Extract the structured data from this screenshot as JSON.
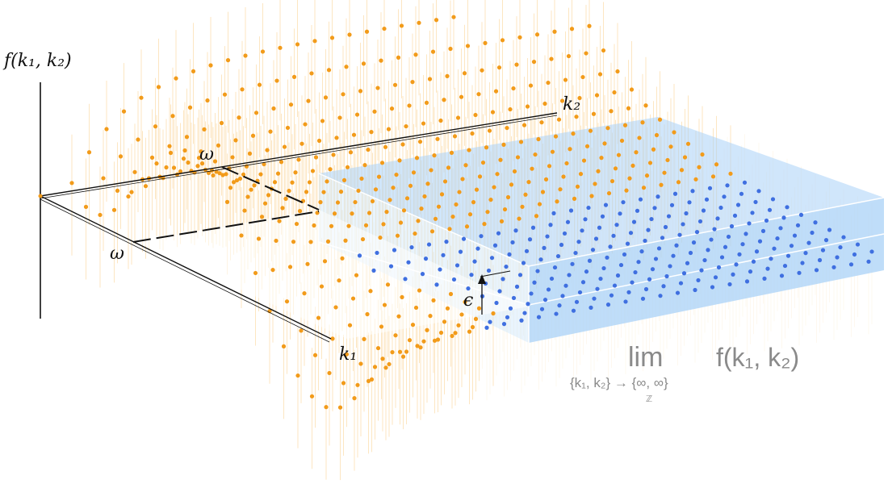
{
  "labels": {
    "f_axis": "f(k₁, k₂)",
    "k1_axis": "k₁",
    "k2_axis": "k₂",
    "omega_k1": "ω",
    "omega_k2": "ω",
    "epsilon": "ϵ"
  },
  "limit_expression": {
    "lim": "lim",
    "subscript": "{k₁, k₂} → {∞, ∞}",
    "domain": "ℤ",
    "function": "f(k₁, k₂)"
  },
  "colors": {
    "surface_points": "#f29b1a",
    "stems": "#f7b955",
    "limit_points": "#3f6fe0",
    "epsilon_box": "#a9d2f7",
    "axes": "#111111",
    "limit_text": "#8a8a8a"
  }
}
